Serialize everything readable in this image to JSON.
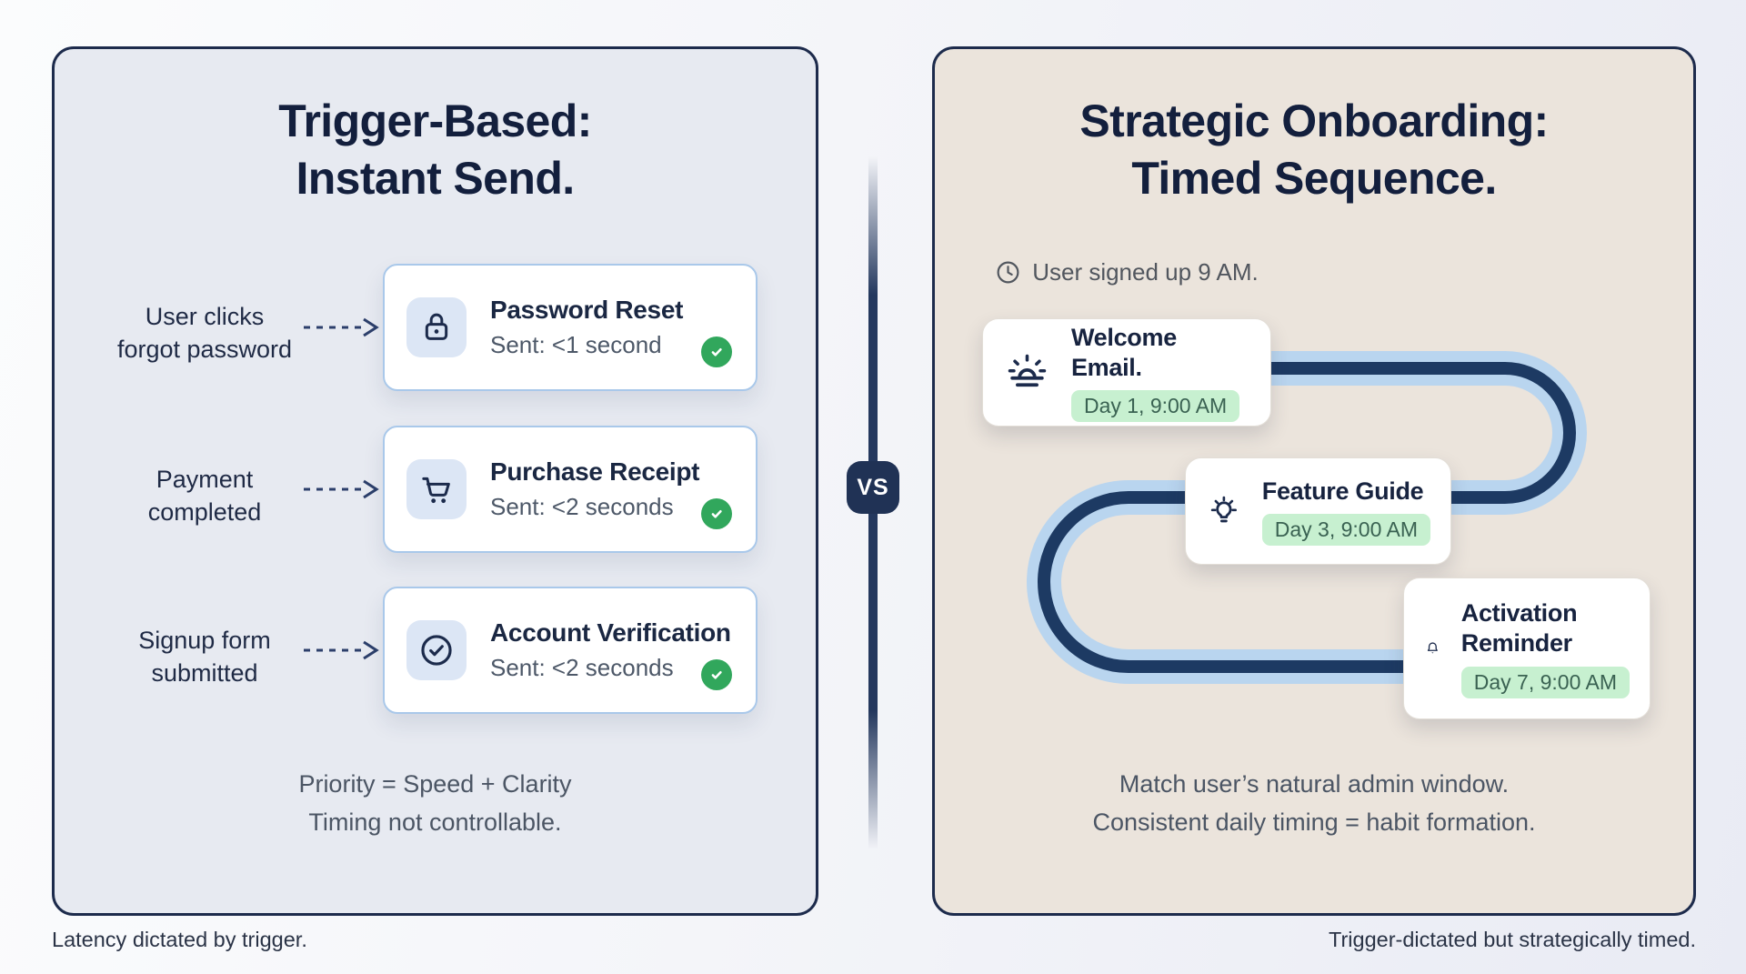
{
  "left_panel": {
    "title_line1": "Trigger-Based:",
    "title_line2": "Instant Send.",
    "rows": [
      {
        "icon": "lock-icon",
        "trigger_line1": "User clicks",
        "trigger_line2": "forgot password",
        "card_title": "Password Reset",
        "card_status": "Sent: <1 second"
      },
      {
        "icon": "cart-icon",
        "trigger_line1": "Payment",
        "trigger_line2": "completed",
        "card_title": "Purchase Receipt",
        "card_status": "Sent: <2 seconds"
      },
      {
        "icon": "check-circle-icon",
        "trigger_line1": "Signup form",
        "trigger_line2": "submitted",
        "card_title": "Account Verification",
        "card_status": "Sent: <2 seconds"
      }
    ],
    "footer_line1": "Priority = Speed + Clarity",
    "footer_line2": "Timing not controllable.",
    "caption": "Latency dictated by trigger."
  },
  "divider": {
    "vs_label": "VS"
  },
  "right_panel": {
    "title_line1": "Strategic Onboarding:",
    "title_line2": "Timed Sequence.",
    "signup_note": "User signed up 9 AM.",
    "steps": [
      {
        "icon": "sunrise-icon",
        "title": "Welcome Email.",
        "badge": "Day 1, 9:00 AM"
      },
      {
        "icon": "lightbulb-icon",
        "title": "Feature Guide",
        "badge": "Day 3, 9:00 AM"
      },
      {
        "icon": "bell-icon",
        "title": "Activation Reminder",
        "badge": "Day 7, 9:00 AM"
      }
    ],
    "footer_line1": "Match user’s natural admin window.",
    "footer_line2": "Consistent daily timing = habit formation.",
    "caption": "Trigger-dictated but strategically timed."
  },
  "colors": {
    "navy": "#1d2b4c",
    "title_navy": "#131f3d",
    "left_panel_bg": "#e7eaf1",
    "right_panel_bg": "#ebe4dc",
    "card_border_blue": "#a9c8ea",
    "icon_tile_bg": "#dce6f5",
    "check_green": "#31a75c",
    "pill_green_bg": "#c7f0d0",
    "pill_green_text": "#3a6252",
    "path_navy": "#1d3a63",
    "path_light_blue": "#b9d5ef",
    "gray_text": "#4b5564"
  }
}
